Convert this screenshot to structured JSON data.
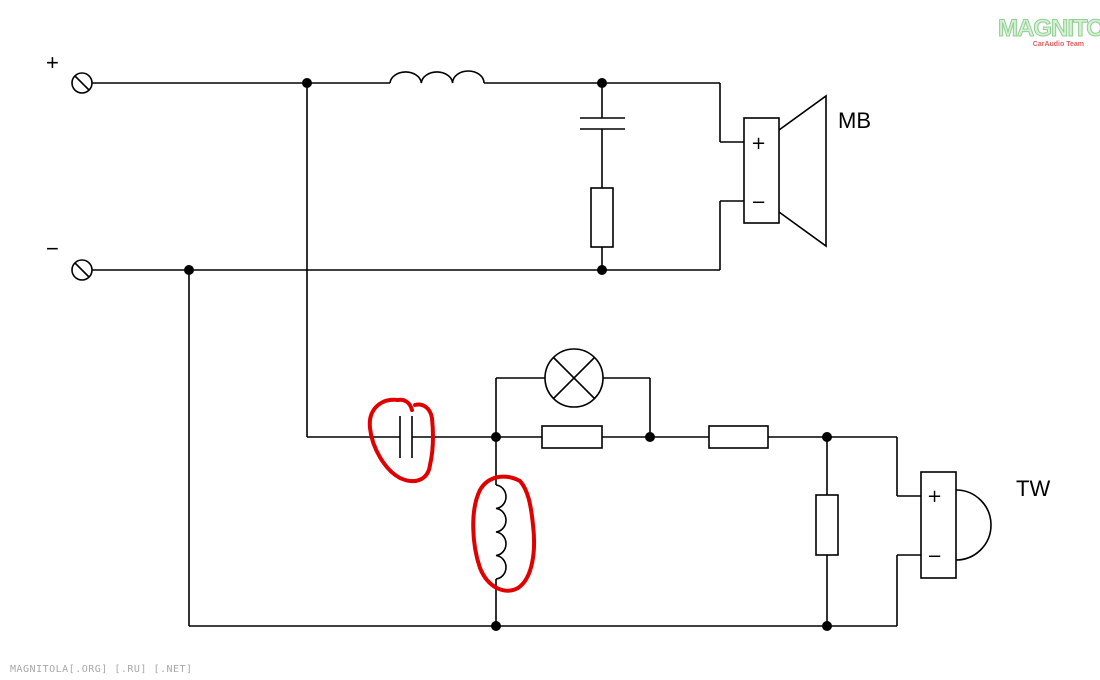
{
  "terminals": {
    "positive": "+",
    "negative": "−"
  },
  "speakers": {
    "midbass": {
      "label": "MB",
      "plus": "+",
      "minus": "−"
    },
    "tweeter": {
      "label": "TW",
      "plus": "+",
      "minus": "−"
    }
  },
  "highlight_color": "#e00000",
  "logo": {
    "text": "MAGNITOLA",
    "subtitle": "CarAudio Team"
  },
  "watermark": "MAGNITOLA[.ORG] [.RU] [.NET]"
}
